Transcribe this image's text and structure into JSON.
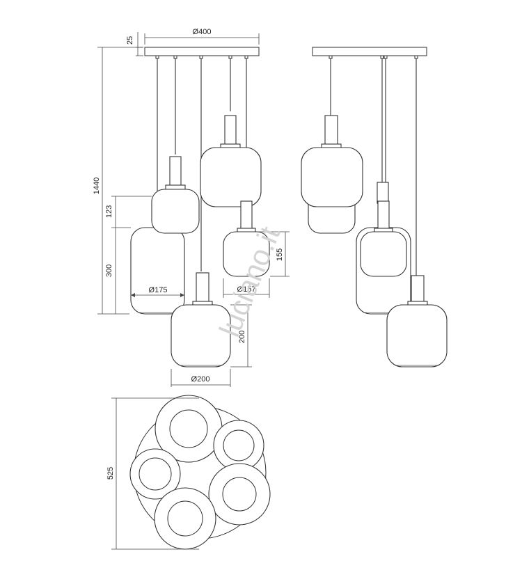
{
  "dimensions": {
    "canopy_height": "25",
    "canopy_diameter": "Ø400",
    "total_height": "1440",
    "small_shade_height": "123",
    "tall_shade_height": "300",
    "tall_shade_diameter": "Ø175",
    "medium_shade_height": "155",
    "medium_shade_diameter": "Ø157",
    "large_shade_height": "200",
    "large_shade_diameter": "Ø200",
    "top_view_diameter": "525"
  },
  "watermark": "luciano.it"
}
